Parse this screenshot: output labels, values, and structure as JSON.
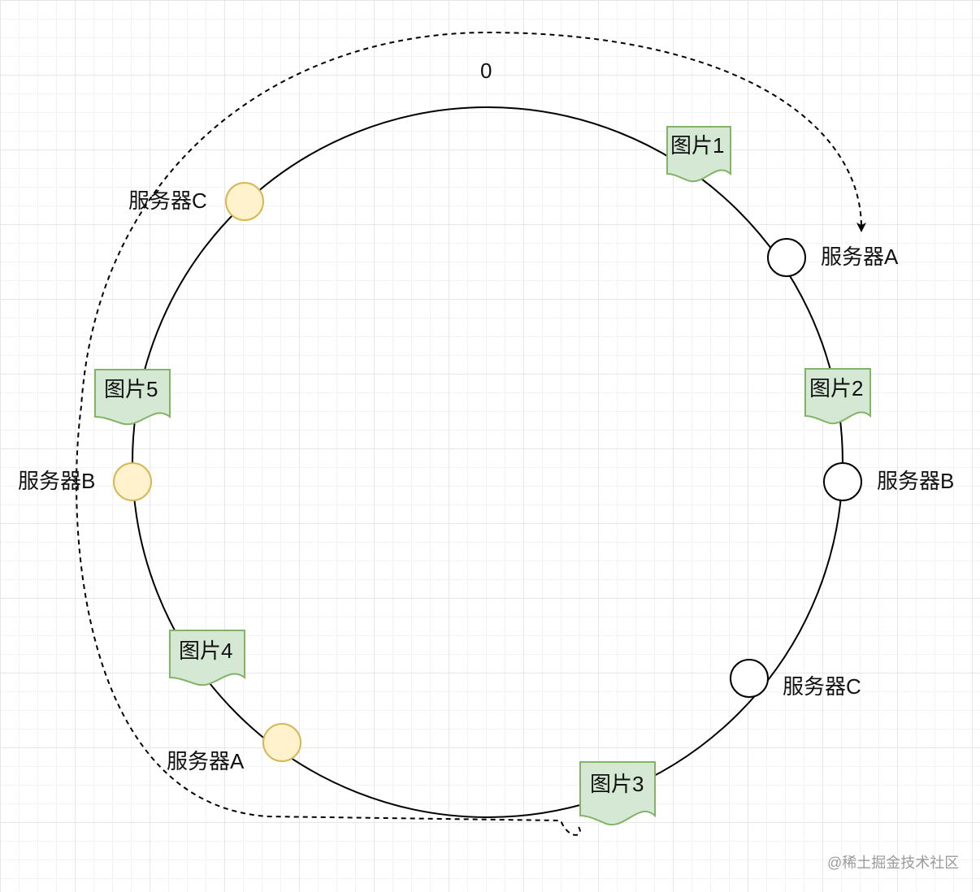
{
  "zero_label": "0",
  "images": [
    {
      "id": "img1",
      "label": "图片1"
    },
    {
      "id": "img2",
      "label": "图片2"
    },
    {
      "id": "img3",
      "label": "图片3"
    },
    {
      "id": "img4",
      "label": "图片4"
    },
    {
      "id": "img5",
      "label": "图片5"
    }
  ],
  "servers": [
    {
      "id": "srv-a-right",
      "label": "服务器A",
      "style": "primary"
    },
    {
      "id": "srv-b-right",
      "label": "服务器B",
      "style": "primary"
    },
    {
      "id": "srv-c-right",
      "label": "服务器C",
      "style": "primary"
    },
    {
      "id": "srv-c-left",
      "label": "服务器C",
      "style": "virtual"
    },
    {
      "id": "srv-b-left",
      "label": "服务器B",
      "style": "virtual"
    },
    {
      "id": "srv-a-left",
      "label": "服务器A",
      "style": "virtual"
    }
  ],
  "colors": {
    "doc_fill": "#d5e8d4",
    "doc_stroke": "#82b366",
    "virtual_fill": "#fff2cc",
    "virtual_stroke": "#d6b656",
    "primary_fill": "#ffffff",
    "primary_stroke": "#000000"
  },
  "watermark": "@稀土掘金技术社区"
}
